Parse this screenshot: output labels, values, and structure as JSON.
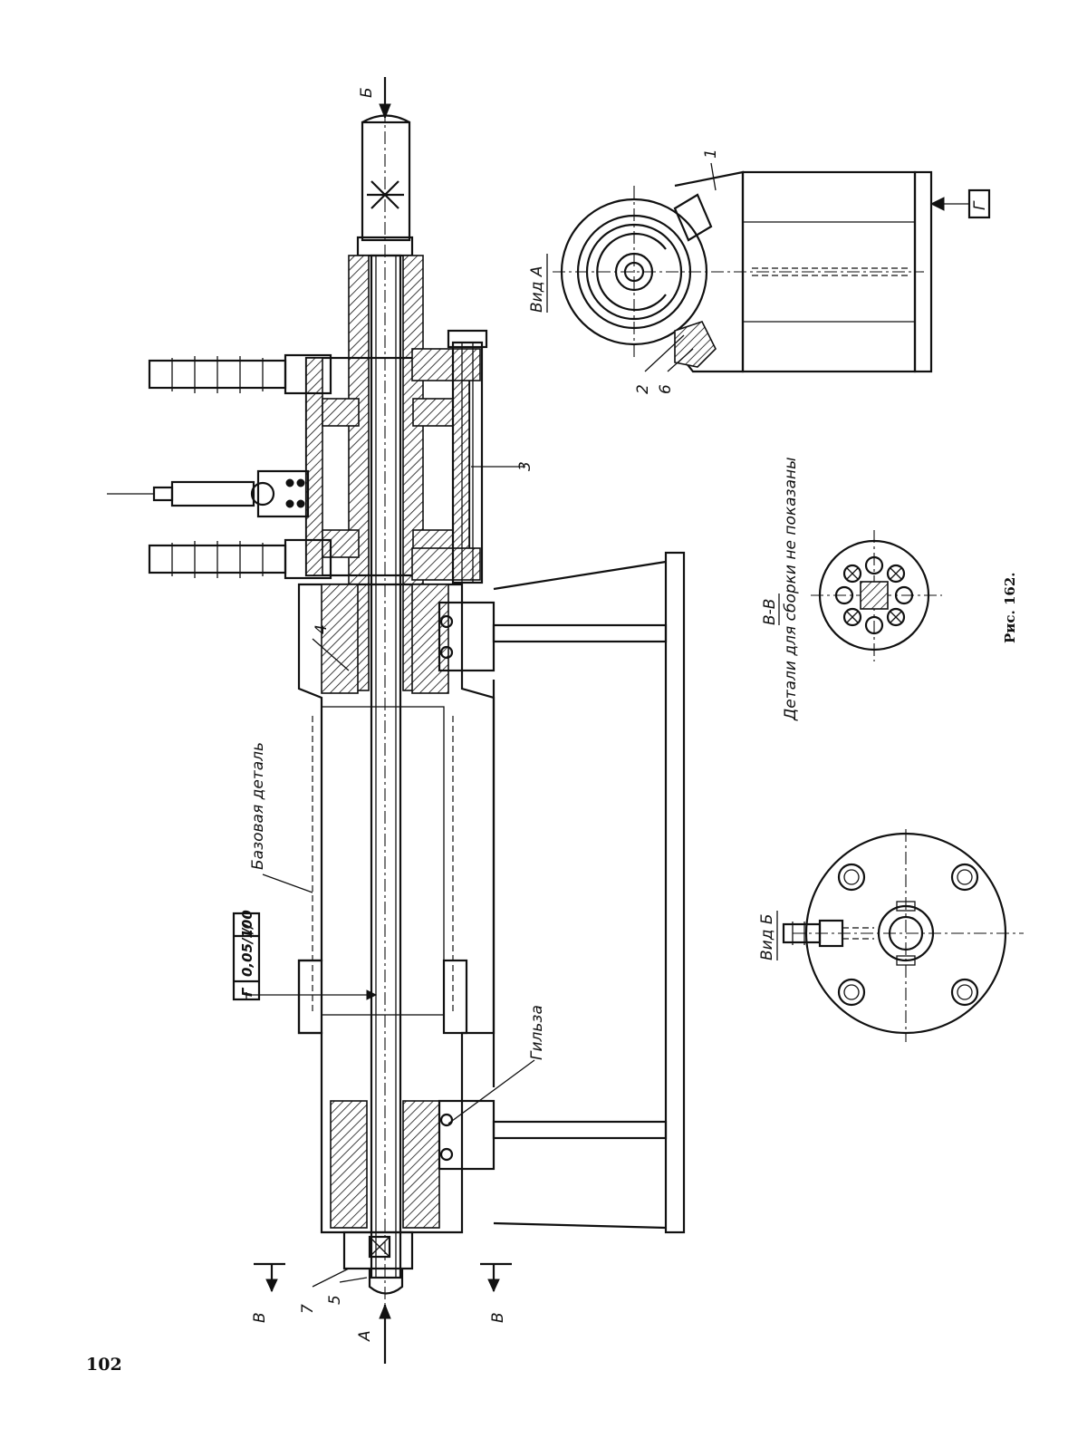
{
  "page_number": "102",
  "figure_caption": "Рис. 162.",
  "labels": {
    "base_part": "Базовая деталь",
    "sleeve": "Гильза",
    "view_a": "Вид А",
    "view_b": "Вид Б",
    "section_vv": "В-В",
    "section_note": "Детали для сборки не показаны",
    "tolerance_symbol": "//",
    "tolerance_value": "0,05/100",
    "datum_g": "Г",
    "arrow_a": "А",
    "arrow_b": "Б",
    "cut_v": "В"
  },
  "callouts": [
    "1",
    "2",
    "3",
    "4",
    "5",
    "6",
    "7"
  ]
}
